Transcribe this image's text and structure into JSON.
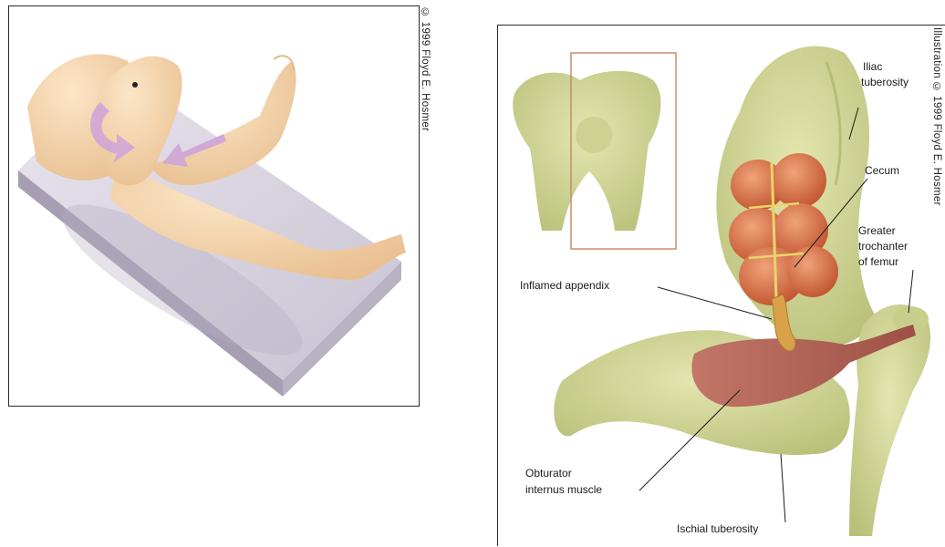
{
  "left_figure": {
    "credit": "© 1999 Floyd E. Hosmer"
  },
  "right_figure": {
    "credit": "Illustration © 1999 Floyd E. Hosmer",
    "labels": {
      "iliac_tuberosity_1": "Iliac",
      "iliac_tuberosity_2": "tuberosity",
      "cecum": "Cecum",
      "greater_trochanter_1": "Greater",
      "greater_trochanter_2": "trochanter",
      "greater_trochanter_3": "of femur",
      "inflamed_appendix": "Inflamed appendix",
      "obturator_1": "Obturator",
      "obturator_2": "internus muscle",
      "ischial_tuberosity": "Ischial tuberosity"
    }
  },
  "colors": {
    "bone": "#d8dc9a",
    "bone_shadow": "#a9b36a",
    "skin": "#f6d9b3",
    "skin_shadow": "#e4b98a",
    "table": "#dcd7e3",
    "arrow": "#cfa6d6",
    "cecum": "#d9734a",
    "muscle": "#b8665c",
    "appendix": "#d9a24a"
  }
}
